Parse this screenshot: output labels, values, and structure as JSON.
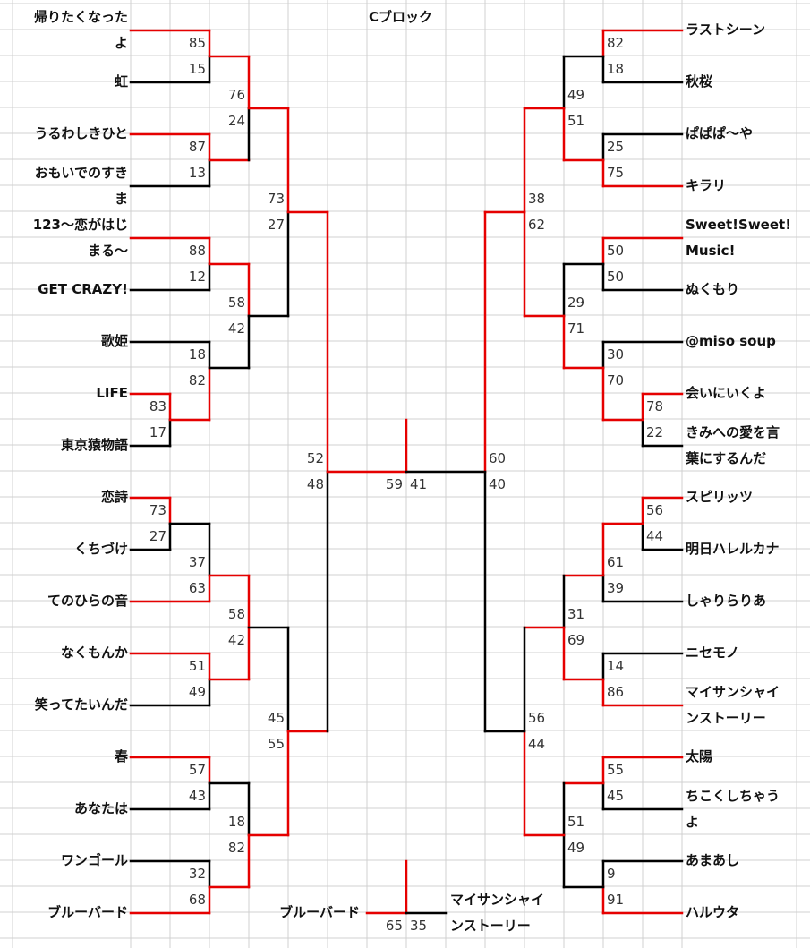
{
  "block_title": "Cブロック",
  "left_names": [
    {
      "id": "l1a",
      "text": "帰りたくなった"
    },
    {
      "id": "l1b",
      "text": "よ"
    },
    {
      "id": "l2",
      "text": "虹"
    },
    {
      "id": "l3",
      "text": "うるわしきひと"
    },
    {
      "id": "l4a",
      "text": "おもいでのすき"
    },
    {
      "id": "l4b",
      "text": "ま"
    },
    {
      "id": "l5a",
      "text": "123～恋がはじ"
    },
    {
      "id": "l5b",
      "text": "まる～"
    },
    {
      "id": "l6",
      "text": "GET CRAZY!"
    },
    {
      "id": "l7",
      "text": "歌姫"
    },
    {
      "id": "l8",
      "text": "LIFE"
    },
    {
      "id": "l9",
      "text": "東京猿物語"
    },
    {
      "id": "l10",
      "text": "恋詩"
    },
    {
      "id": "l11",
      "text": "くちづけ"
    },
    {
      "id": "l12",
      "text": "てのひらの音"
    },
    {
      "id": "l13",
      "text": "なくもんか"
    },
    {
      "id": "l14",
      "text": "笑ってたいんだ"
    },
    {
      "id": "l15",
      "text": "春"
    },
    {
      "id": "l16",
      "text": "あなたは"
    },
    {
      "id": "l17",
      "text": "ワンゴール"
    },
    {
      "id": "l18",
      "text": "ブルーバード"
    }
  ],
  "right_names": [
    {
      "id": "r1",
      "text": "ラストシーン"
    },
    {
      "id": "r2",
      "text": "秋桜"
    },
    {
      "id": "r3",
      "text": "ぱぱぱ～や"
    },
    {
      "id": "r4",
      "text": "キラリ"
    },
    {
      "id": "r5a",
      "text": "Sweet!Sweet!"
    },
    {
      "id": "r5b",
      "text": "Music!"
    },
    {
      "id": "r6",
      "text": "ぬくもり"
    },
    {
      "id": "r7",
      "text": "@miso soup"
    },
    {
      "id": "r8",
      "text": "会いにいくよ"
    },
    {
      "id": "r9a",
      "text": "きみへの愛を言"
    },
    {
      "id": "r9b",
      "text": "葉にするんだ"
    },
    {
      "id": "r10",
      "text": "スピリッツ"
    },
    {
      "id": "r11",
      "text": "明日ハレルカナ"
    },
    {
      "id": "r12",
      "text": "しゃりらりあ"
    },
    {
      "id": "r13",
      "text": "ニセモノ"
    },
    {
      "id": "r14a",
      "text": "マイサンシャイ"
    },
    {
      "id": "r14b",
      "text": "ンストーリー"
    },
    {
      "id": "r15",
      "text": "太陽"
    },
    {
      "id": "r16a",
      "text": "ちこくしちゃう"
    },
    {
      "id": "r16b",
      "text": "よ"
    },
    {
      "id": "r17",
      "text": "あまあし"
    },
    {
      "id": "r18",
      "text": "ハルウタ"
    }
  ],
  "scores": [
    "85",
    "15",
    "87",
    "13",
    "88",
    "12",
    "18",
    "82",
    "83",
    "17",
    "76",
    "24",
    "58",
    "42",
    "73",
    "27",
    "52",
    "48",
    "73",
    "27",
    "37",
    "63",
    "51",
    "49",
    "57",
    "43",
    "32",
    "68",
    "58",
    "42",
    "18",
    "82",
    "45",
    "55",
    "59",
    "41",
    "82",
    "18",
    "25",
    "75",
    "50",
    "50",
    "30",
    "70",
    "78",
    "22",
    "49",
    "51",
    "29",
    "71",
    "38",
    "62",
    "60",
    "40",
    "56",
    "44",
    "61",
    "39",
    "14",
    "86",
    "55",
    "45",
    "9",
    "91",
    "31",
    "69",
    "51",
    "49",
    "56",
    "44",
    "65",
    "35"
  ],
  "final": {
    "left_name": "ブルーバード",
    "right_name_a": "マイサンシャイ",
    "right_name_b": "ンストーリー"
  },
  "colors": {
    "winner": "#e60000",
    "loser": "#000000",
    "grid": "#d0d0d0"
  }
}
